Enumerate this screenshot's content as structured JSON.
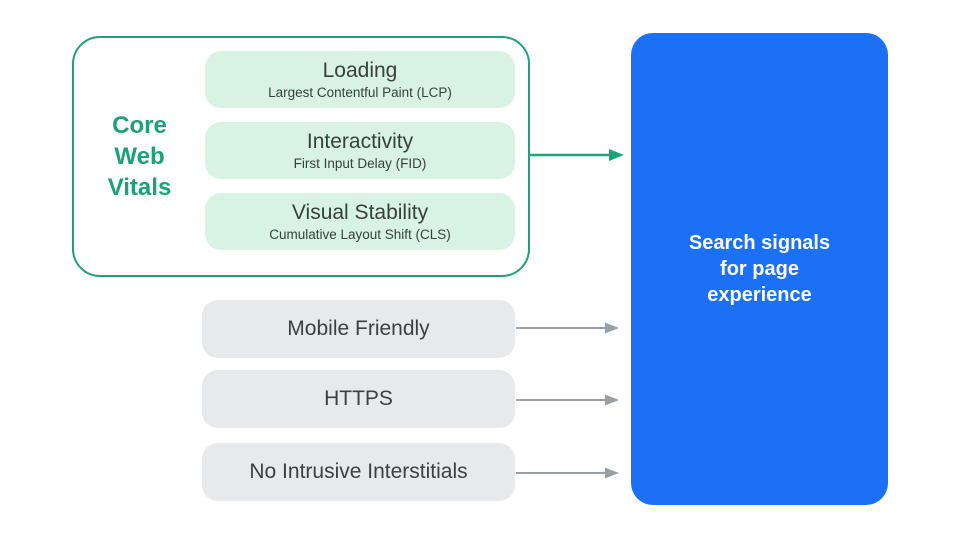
{
  "diagram": {
    "title_hidden": "",
    "colors": {
      "accent_green": "#1EA07A",
      "light_green_fill": "#D8F2E4",
      "blue_fill": "#1B70F5",
      "gray_fill": "#E8E9EA",
      "text_dark": "#3C4043",
      "arrow_gray": "#999EA3",
      "white_text": "#FFFFFF"
    },
    "core_web_vitals": {
      "label": "Core Web Vitals",
      "items": [
        {
          "title": "Loading",
          "subtitle": "Largest Contentful Paint (LCP)"
        },
        {
          "title": "Interactivity",
          "subtitle": "First Input Delay (FID)"
        },
        {
          "title": "Visual Stability",
          "subtitle": "Cumulative Layout Shift (CLS)"
        }
      ]
    },
    "other_signals": [
      {
        "label": "Mobile Friendly"
      },
      {
        "label": "HTTPS"
      },
      {
        "label": "No Intrusive Interstitials"
      }
    ],
    "result_box": {
      "label": "Search signals for page experience"
    }
  }
}
